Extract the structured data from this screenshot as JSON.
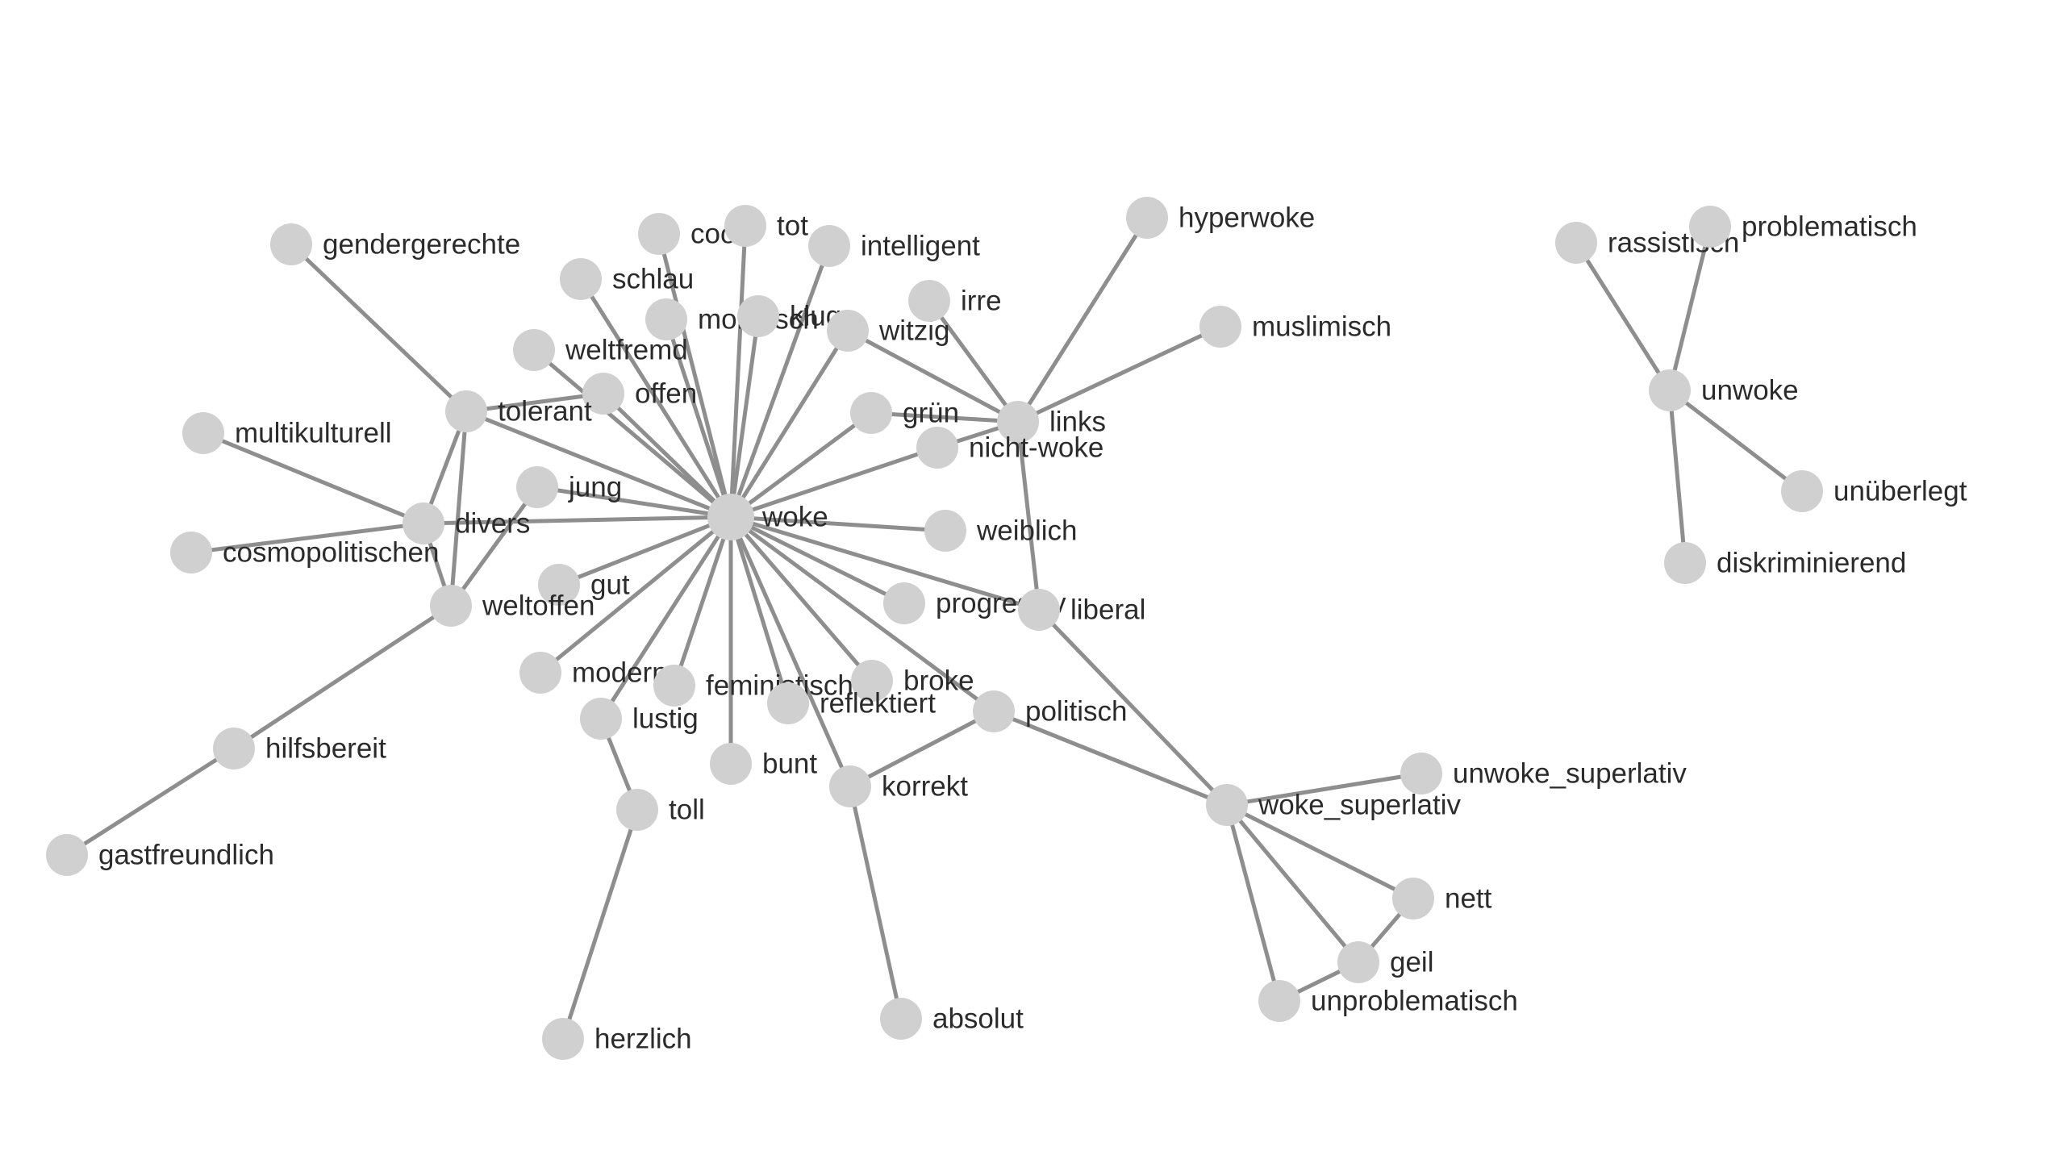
{
  "graph": {
    "nodes": [
      {
        "id": "woke",
        "label": "woke"
      },
      {
        "id": "gendergerechte",
        "label": "gendergerechte"
      },
      {
        "id": "cool",
        "label": "cool"
      },
      {
        "id": "tot",
        "label": "tot"
      },
      {
        "id": "intelligent",
        "label": "intelligent"
      },
      {
        "id": "hyperwoke",
        "label": "hyperwoke"
      },
      {
        "id": "schlau",
        "label": "schlau"
      },
      {
        "id": "moralisch",
        "label": "moralisch"
      },
      {
        "id": "klug",
        "label": "klug"
      },
      {
        "id": "witzig",
        "label": "witzig"
      },
      {
        "id": "irre",
        "label": "irre"
      },
      {
        "id": "muslimisch",
        "label": "muslimisch"
      },
      {
        "id": "weltfremd",
        "label": "weltfremd"
      },
      {
        "id": "offen",
        "label": "offen"
      },
      {
        "id": "tolerant",
        "label": "tolerant"
      },
      {
        "id": "multikulturell",
        "label": "multikulturell"
      },
      {
        "id": "gruen",
        "label": "grün"
      },
      {
        "id": "links",
        "label": "links"
      },
      {
        "id": "nicht-woke",
        "label": "nicht-woke"
      },
      {
        "id": "jung",
        "label": "jung"
      },
      {
        "id": "divers",
        "label": "divers"
      },
      {
        "id": "cosmopolitischen",
        "label": "cosmopolitischen"
      },
      {
        "id": "weiblich",
        "label": "weiblich"
      },
      {
        "id": "gut",
        "label": "gut"
      },
      {
        "id": "weltoffen",
        "label": "weltoffen"
      },
      {
        "id": "progressiv",
        "label": "progressiv"
      },
      {
        "id": "liberal",
        "label": "liberal"
      },
      {
        "id": "modern",
        "label": "modern"
      },
      {
        "id": "feministisch",
        "label": "feministisch"
      },
      {
        "id": "broke",
        "label": "broke"
      },
      {
        "id": "lustig",
        "label": "lustig"
      },
      {
        "id": "reflektiert",
        "label": "reflektiert"
      },
      {
        "id": "politisch",
        "label": "politisch"
      },
      {
        "id": "hilfsbereit",
        "label": "hilfsbereit"
      },
      {
        "id": "bunt",
        "label": "bunt"
      },
      {
        "id": "korrekt",
        "label": "korrekt"
      },
      {
        "id": "toll",
        "label": "toll"
      },
      {
        "id": "gastfreundlich",
        "label": "gastfreundlich"
      },
      {
        "id": "herzlich",
        "label": "herzlich"
      },
      {
        "id": "absolut",
        "label": "absolut"
      },
      {
        "id": "woke_superlativ",
        "label": "woke_superlativ"
      },
      {
        "id": "unwoke_superlativ",
        "label": "unwoke_superlativ"
      },
      {
        "id": "nett",
        "label": "nett"
      },
      {
        "id": "geil",
        "label": "geil"
      },
      {
        "id": "unproblematisch",
        "label": "unproblematisch"
      },
      {
        "id": "rassistisch",
        "label": "rassistisch"
      },
      {
        "id": "problematisch",
        "label": "problematisch"
      },
      {
        "id": "unwoke",
        "label": "unwoke"
      },
      {
        "id": "unueberlegt",
        "label": "unüberlegt"
      },
      {
        "id": "diskriminierend",
        "label": "diskriminierend"
      }
    ],
    "edges": [
      [
        "woke",
        "cool"
      ],
      [
        "woke",
        "tot"
      ],
      [
        "woke",
        "intelligent"
      ],
      [
        "woke",
        "schlau"
      ],
      [
        "woke",
        "moralisch"
      ],
      [
        "woke",
        "klug"
      ],
      [
        "woke",
        "witzig"
      ],
      [
        "woke",
        "offen"
      ],
      [
        "woke",
        "weltfremd"
      ],
      [
        "woke",
        "tolerant"
      ],
      [
        "woke",
        "gruen"
      ],
      [
        "woke",
        "nicht-woke"
      ],
      [
        "woke",
        "jung"
      ],
      [
        "woke",
        "divers"
      ],
      [
        "woke",
        "weiblich"
      ],
      [
        "woke",
        "gut"
      ],
      [
        "woke",
        "liberal"
      ],
      [
        "woke",
        "progressiv"
      ],
      [
        "woke",
        "modern"
      ],
      [
        "woke",
        "feministisch"
      ],
      [
        "woke",
        "lustig"
      ],
      [
        "woke",
        "bunt"
      ],
      [
        "woke",
        "reflektiert"
      ],
      [
        "woke",
        "broke"
      ],
      [
        "woke",
        "politisch"
      ],
      [
        "woke",
        "korrekt"
      ],
      [
        "tolerant",
        "gendergerechte"
      ],
      [
        "tolerant",
        "offen"
      ],
      [
        "tolerant",
        "divers"
      ],
      [
        "tolerant",
        "weltoffen"
      ],
      [
        "divers",
        "multikulturell"
      ],
      [
        "divers",
        "cosmopolitischen"
      ],
      [
        "divers",
        "weltoffen"
      ],
      [
        "weltoffen",
        "jung"
      ],
      [
        "weltoffen",
        "hilfsbereit"
      ],
      [
        "hilfsbereit",
        "gastfreundlich"
      ],
      [
        "links",
        "hyperwoke"
      ],
      [
        "links",
        "muslimisch"
      ],
      [
        "links",
        "irre"
      ],
      [
        "links",
        "witzig"
      ],
      [
        "links",
        "gruen"
      ],
      [
        "links",
        "nicht-woke"
      ],
      [
        "links",
        "liberal"
      ],
      [
        "liberal",
        "woke_superlativ"
      ],
      [
        "politisch",
        "woke_superlativ"
      ],
      [
        "politisch",
        "korrekt"
      ],
      [
        "korrekt",
        "absolut"
      ],
      [
        "lustig",
        "toll"
      ],
      [
        "toll",
        "herzlich"
      ],
      [
        "woke_superlativ",
        "unwoke_superlativ"
      ],
      [
        "woke_superlativ",
        "nett"
      ],
      [
        "woke_superlativ",
        "geil"
      ],
      [
        "woke_superlativ",
        "unproblematisch"
      ],
      [
        "nett",
        "geil"
      ],
      [
        "geil",
        "unproblematisch"
      ],
      [
        "unwoke",
        "rassistisch"
      ],
      [
        "unwoke",
        "problematisch"
      ],
      [
        "unwoke",
        "unueberlegt"
      ],
      [
        "unwoke",
        "diskriminierend"
      ]
    ]
  },
  "colors": {
    "node": "#d0d0d0",
    "edge": "#8e8e8e",
    "label": "#2b2b2b"
  }
}
